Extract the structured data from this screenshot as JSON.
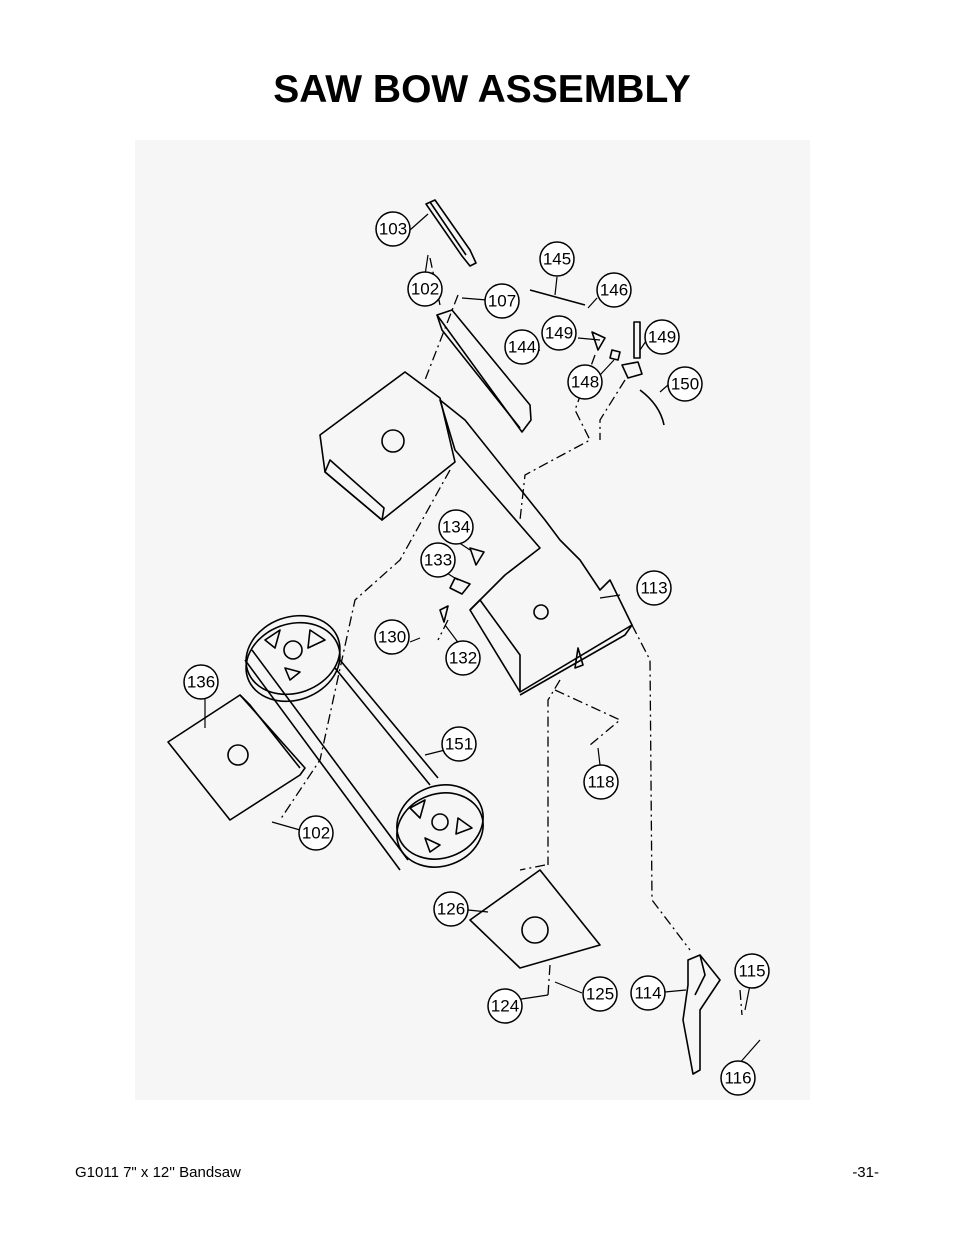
{
  "page": {
    "title": "SAW BOW ASSEMBLY",
    "footer_left": "G1011 7\" x 12'' Bandsaw",
    "footer_right": "-31-"
  },
  "diagram": {
    "callouts": [
      "103",
      "102",
      "107",
      "145",
      "146",
      "149",
      "144",
      "148",
      "149",
      "150",
      "134",
      "133",
      "113",
      "130",
      "132",
      "136",
      "151",
      "118",
      "102",
      "126",
      "115",
      "124",
      "125",
      "114",
      "116"
    ]
  }
}
